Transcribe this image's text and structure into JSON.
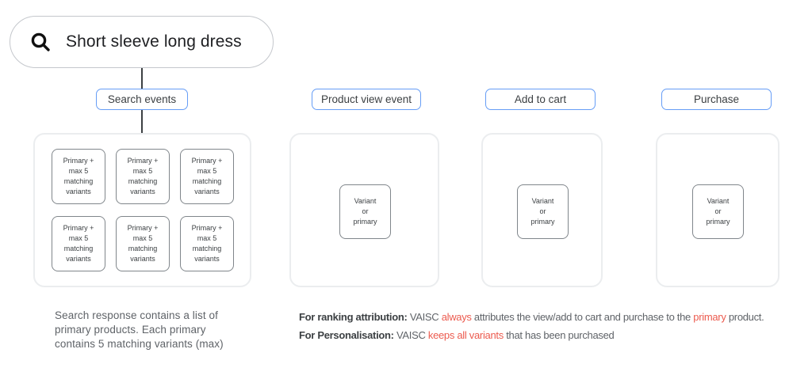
{
  "search_bar": {
    "query": "Short sleeve long dress",
    "icon": "search-icon"
  },
  "colors": {
    "accent_blue": "#669df6",
    "highlight_red": "#ec5b4f",
    "container_border_gray": "#ebedef",
    "node_border_gray": "#80868b",
    "text_dark": "#3c4043",
    "text_gray": "#5f6368"
  },
  "event_labels": [
    {
      "label": "Search events"
    },
    {
      "label": "Product view event"
    },
    {
      "label": "Add to cart"
    },
    {
      "label": "Purchase"
    }
  ],
  "search_container": {
    "box_count": 6,
    "box_label": "Primary +\nmax 5\nmatching\nvariants"
  },
  "event_containers": {
    "variant_box_label": "Variant\nor\nprimary"
  },
  "captions": {
    "search_note": "Search response contains a list of\nprimary products. Each primary\ncontains 5 matching variants (max)",
    "ranking_segments": [
      {
        "text": "For ranking attribution:"
      },
      {
        "text": " VAISC "
      },
      {
        "text": "always"
      },
      {
        "text": " attributes the view/add to cart and purchase to the "
      },
      {
        "text": "primary"
      },
      {
        "text": " product."
      }
    ],
    "personalisation_segments": [
      {
        "text": "For Personalisation:"
      },
      {
        "text": " VAISC "
      },
      {
        "text": "keeps all variants"
      },
      {
        "text": " that has been purchased"
      }
    ]
  }
}
